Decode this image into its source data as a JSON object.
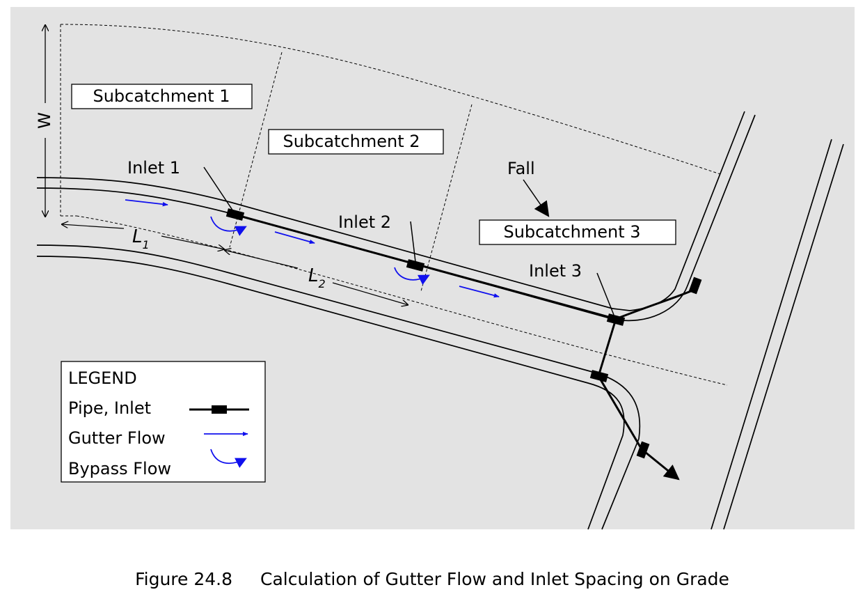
{
  "labels": {
    "subcatchment_1": "Subcatchment 1",
    "subcatchment_2": "Subcatchment 2",
    "subcatchment_3": "Subcatchment 3",
    "inlet_1": "Inlet 1",
    "inlet_2": "Inlet 2",
    "inlet_3": "Inlet 3",
    "fall": "Fall",
    "width": "W",
    "length_1": "L",
    "length_1_sub": "1",
    "length_2": "L",
    "length_2_sub": "2"
  },
  "legend": {
    "title": "LEGEND",
    "pipe_inlet": "Pipe, Inlet",
    "gutter_flow": "Gutter Flow",
    "bypass_flow": "Bypass Flow"
  },
  "caption": {
    "number": "Figure 24.8",
    "text": "Calculation of Gutter Flow and Inlet Spacing on Grade"
  },
  "colors": {
    "background": "#e3e3e3",
    "flow_arrow": "#1010ee",
    "line": "#000000"
  }
}
